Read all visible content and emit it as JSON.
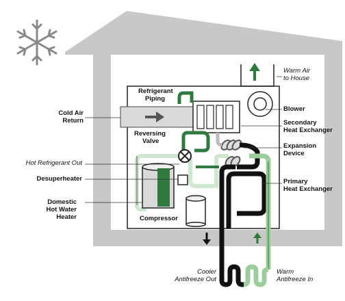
{
  "labels": {
    "refrigerant_piping": [
      "Refrigerant",
      "Piping"
    ],
    "cold_air_return": [
      "Cold Air",
      "Return"
    ],
    "reversing_valve": [
      "Reversing",
      "Valve"
    ],
    "hot_refrigerant_out": "Hot Refrigerant Out",
    "desuperheater": "Desuperheater",
    "domestic_hot_water_heater": [
      "Domestic",
      "Hot Water",
      "Heater"
    ],
    "compressor": "Compressor",
    "warm_air_to_house": [
      "Warm Air",
      "to House"
    ],
    "blower": "Blower",
    "secondary_heat_exchanger": [
      "Secondary",
      "Heat Exchanger"
    ],
    "expansion_device": [
      "Expansion",
      "Device"
    ],
    "primary_heat_exchanger": [
      "Primary",
      "Heat Exchanger"
    ],
    "cooler_antifreeze_out": [
      "Cooler",
      "Antifreeze Out"
    ],
    "warm_antifreeze_in": [
      "Warm",
      "Antifreeze In"
    ]
  },
  "colors": {
    "refrigerant_green": "#2f7a3e",
    "light_green": "#cfe6cf",
    "house_gray": "#c8c8c8",
    "cooler_loop": "#111111",
    "warm_loop": "#9ccd9c"
  },
  "icons": [
    "snowflake-icon",
    "arrow-up-icon",
    "arrow-down-icon",
    "arrow-right-icon",
    "reversing-valve-icon"
  ]
}
